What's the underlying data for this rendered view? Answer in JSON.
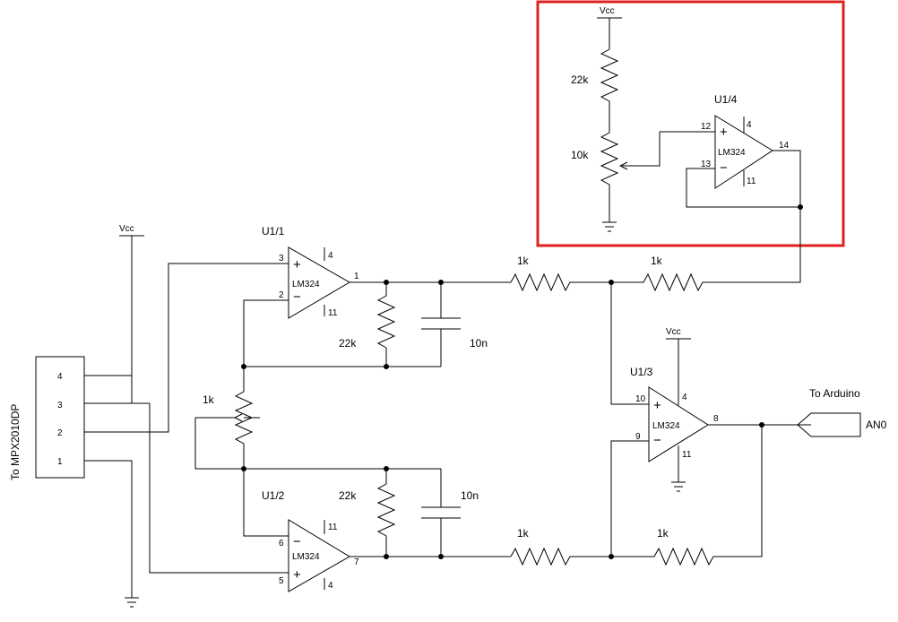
{
  "labels": {
    "vcc": "Vcc",
    "lm324": "LM324",
    "u1_1": "U1/1",
    "u1_2": "U1/2",
    "u1_3": "U1/3",
    "u1_4": "U1/4",
    "r22k": "22k",
    "r10k": "10k",
    "r1k": "1k",
    "c10n": "10n",
    "to_mpx": "To MPX2010DP",
    "to_arduino": "To Arduino",
    "an0": "AN0",
    "plus": "+",
    "minus": "−"
  },
  "pins": {
    "u1_1": {
      "in_plus": "3",
      "in_minus": "2",
      "vpos": "4",
      "vneg": "11",
      "out": "1"
    },
    "u1_2": {
      "in_plus": "5",
      "in_minus": "6",
      "vpos": "4",
      "vneg": "11",
      "out": "7"
    },
    "u1_3": {
      "in_plus": "10",
      "in_minus": "9",
      "vpos": "4",
      "vneg": "11",
      "out": "8"
    },
    "u1_4": {
      "in_plus": "12",
      "in_minus": "13",
      "vpos": "4",
      "vneg": "11",
      "out": "14"
    },
    "connector": [
      "4",
      "3",
      "2",
      "1"
    ]
  },
  "colors": {
    "wire": "#000000",
    "highlight": "#e02020",
    "background": "#ffffff"
  }
}
